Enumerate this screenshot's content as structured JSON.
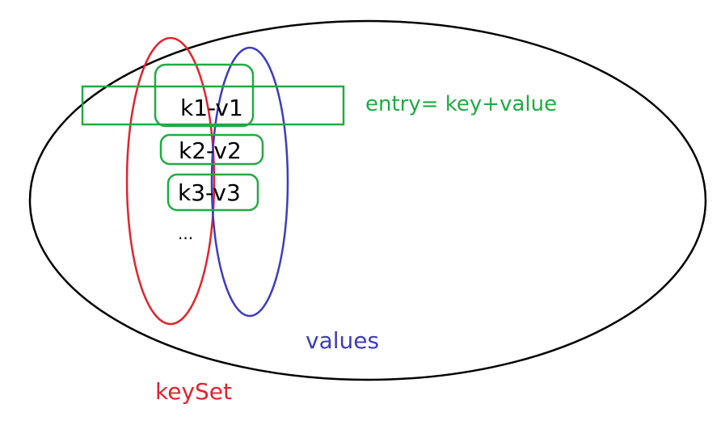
{
  "labels": {
    "entry_definition": "entry= key+value",
    "values": "values",
    "key_set": "keySet",
    "ellipsis": "..."
  },
  "entries": [
    {
      "text": "k1-v1"
    },
    {
      "text": "k2-v2"
    },
    {
      "text": "k3-v3"
    }
  ],
  "colors": {
    "outline": "#000000",
    "key_set": "#e0242c",
    "values": "#3c3cc0",
    "entry": "#22aa44"
  }
}
